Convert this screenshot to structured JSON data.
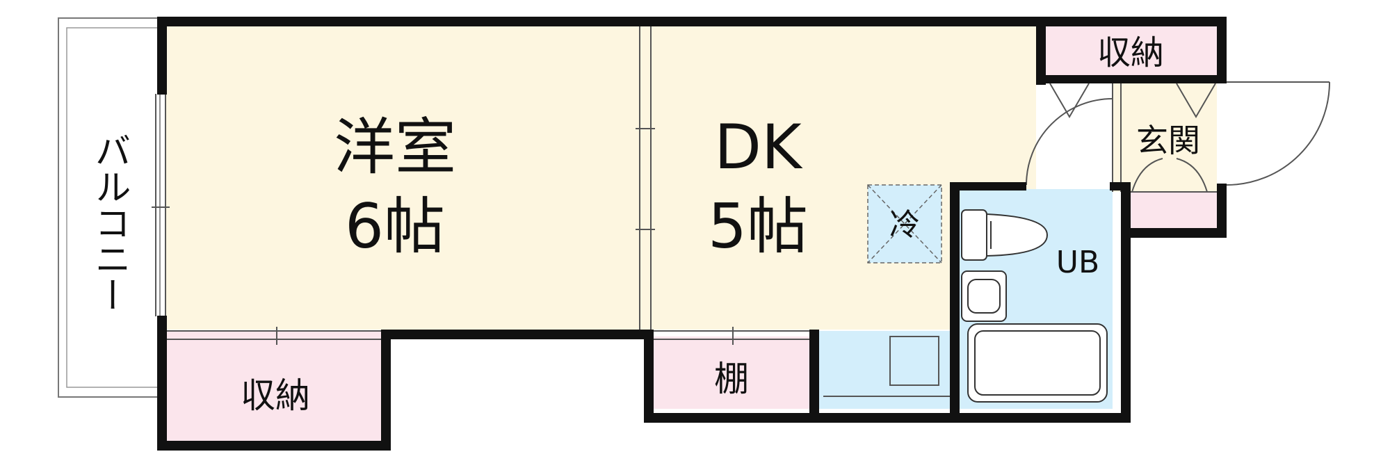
{
  "labels": {
    "balcony": "バルコニー",
    "western_room": "洋室",
    "western_room_size": "6帖",
    "dk": "DK",
    "dk_size": "5帖",
    "fridge": "冷",
    "ub": "UB",
    "genkan": "玄関",
    "storage_bottom": "収納",
    "storage_top": "収納",
    "shelf": "棚"
  },
  "colors": {
    "wall": "#111111",
    "floor": "#fdf6e0",
    "storage": "#fbe5ec",
    "wet_area": "#d3eefb",
    "balcony": "#ffffff",
    "fixture_line": "#555555"
  }
}
